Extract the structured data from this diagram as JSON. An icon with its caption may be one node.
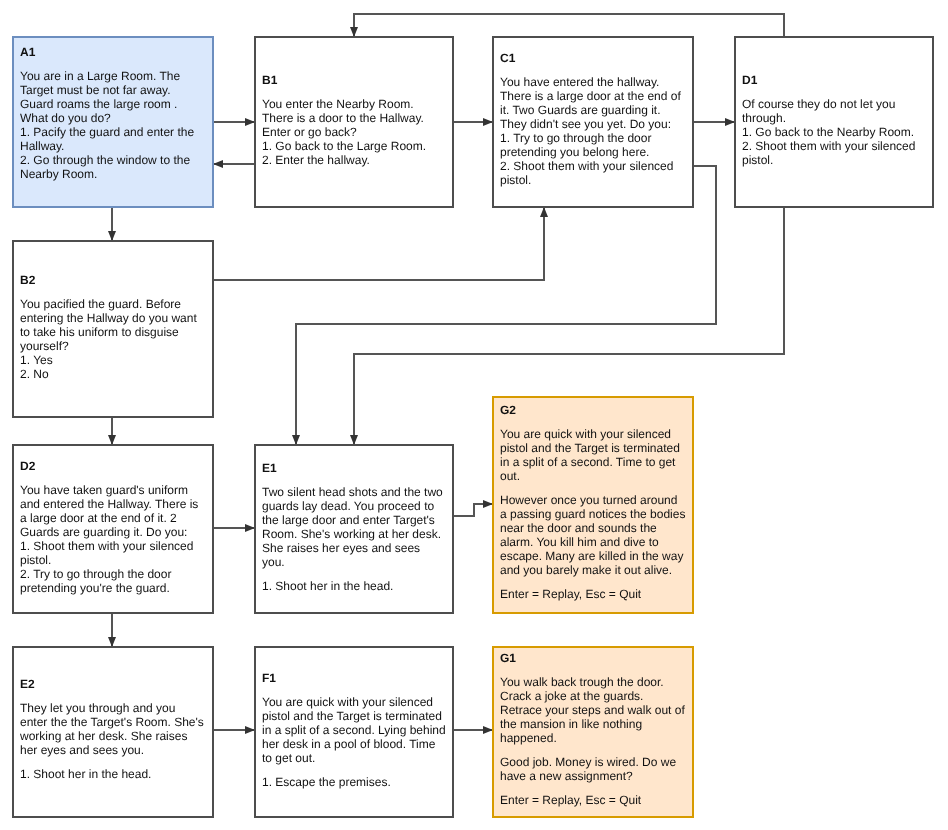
{
  "diagram": {
    "nodes": [
      {
        "text": [
          "A1",
          "You are in a Large Room. The Target must be not far away. Guard roams the large room . What do you do?",
          "1. Pacify the guard and enter the Hallway.",
          "2. Go through the window to the Nearby Room."
        ]
      },
      {
        "text": [
          "B1",
          "You enter the Nearby Room. There is a door to the Hallway. Enter or go back?",
          "1. Go back to the Large Room.",
          "2. Enter the hallway."
        ]
      },
      {
        "text": [
          "C1",
          "You have entered the hallway. There is a large door at the end of it. Two Guards are guarding it. They didn't see you yet. Do you:",
          "1. Try to go through the door pretending you belong here.",
          "2. Shoot them with your silenced pistol."
        ]
      },
      {
        "text": [
          "D1",
          "Of course they do not let you through.",
          "1. Go back to the Nearby Room.",
          "2. Shoot them with your silenced pistol."
        ]
      },
      {
        "text": [
          "B2",
          "You pacified the guard. Before entering the Hallway do you want to take his uniform to disguise yourself?",
          "1. Yes",
          "2. No"
        ]
      },
      {
        "text": [
          "D2",
          "You have taken guard's uniform and entered the Hallway. There is a large door at the end of it. 2 Guards are guarding it. Do you:",
          "1. Shoot them with your silenced pistol.",
          "2. Try to go through the door pretending you're the guard."
        ]
      },
      {
        "text": [
          "E1",
          "Two silent head shots and the two guards lay dead. You proceed to the large door and enter Target's Room. She's working at her desk. She raises her eyes and sees you.",
          "1. Shoot her in the head."
        ]
      },
      {
        "text": [
          "G2",
          "You are quick with your silenced pistol and the Target is terminated in a split of a second. Time to get out.",
          "However once you turned around a passing guard notices the bodies near the door and sounds the alarm. You kill him and dive to escape. Many are killed in the way and you barely make it out alive.",
          "Enter = Replay, Esc = Quit"
        ]
      },
      {
        "text": [
          "E2",
          "They let you through and you enter the the Target's Room. She's working at her desk. She raises her eyes and sees you.",
          "1. Shoot her in the head."
        ]
      },
      {
        "text": [
          "F1",
          "You are quick with your silenced pistol and the Target is terminated in a split of a second. Lying behind her desk in a pool of blood. Time to get out.",
          "1. Escape the premises."
        ]
      },
      {
        "text": [
          "G1",
          "You walk back trough the door. Crack a joke at the guards. Retrace your steps and walk out of the mansion in like nothing happened.",
          "Good job. Money is wired. Do we have a new assignment?",
          "Enter = Replay, Esc = Quit"
        ]
      }
    ],
    "edges": [
      {
        "from": 0,
        "to": 1,
        "arrow": "to"
      },
      {
        "from": 1,
        "to": 0,
        "arrow": "to"
      },
      {
        "from": 0,
        "to": 4,
        "arrow": "to"
      },
      {
        "from": 1,
        "to": 2,
        "arrow": "to"
      },
      {
        "from": 2,
        "to": 3,
        "arrow": "to"
      },
      {
        "from": 3,
        "to": 1,
        "arrow": "to"
      },
      {
        "from": 3,
        "to": 6,
        "arrow": "to"
      },
      {
        "from": 4,
        "to": 2,
        "arrow": "to"
      },
      {
        "from": 2,
        "to": 6,
        "arrow": "to"
      },
      {
        "from": 4,
        "to": 5,
        "arrow": "to"
      },
      {
        "from": 5,
        "to": 6,
        "arrow": "to"
      },
      {
        "from": 5,
        "to": 8,
        "arrow": "to"
      },
      {
        "from": 6,
        "to": 7,
        "arrow": "to"
      },
      {
        "from": 8,
        "to": 9,
        "arrow": "to"
      },
      {
        "from": 9,
        "to": 10,
        "arrow": "to"
      }
    ]
  }
}
